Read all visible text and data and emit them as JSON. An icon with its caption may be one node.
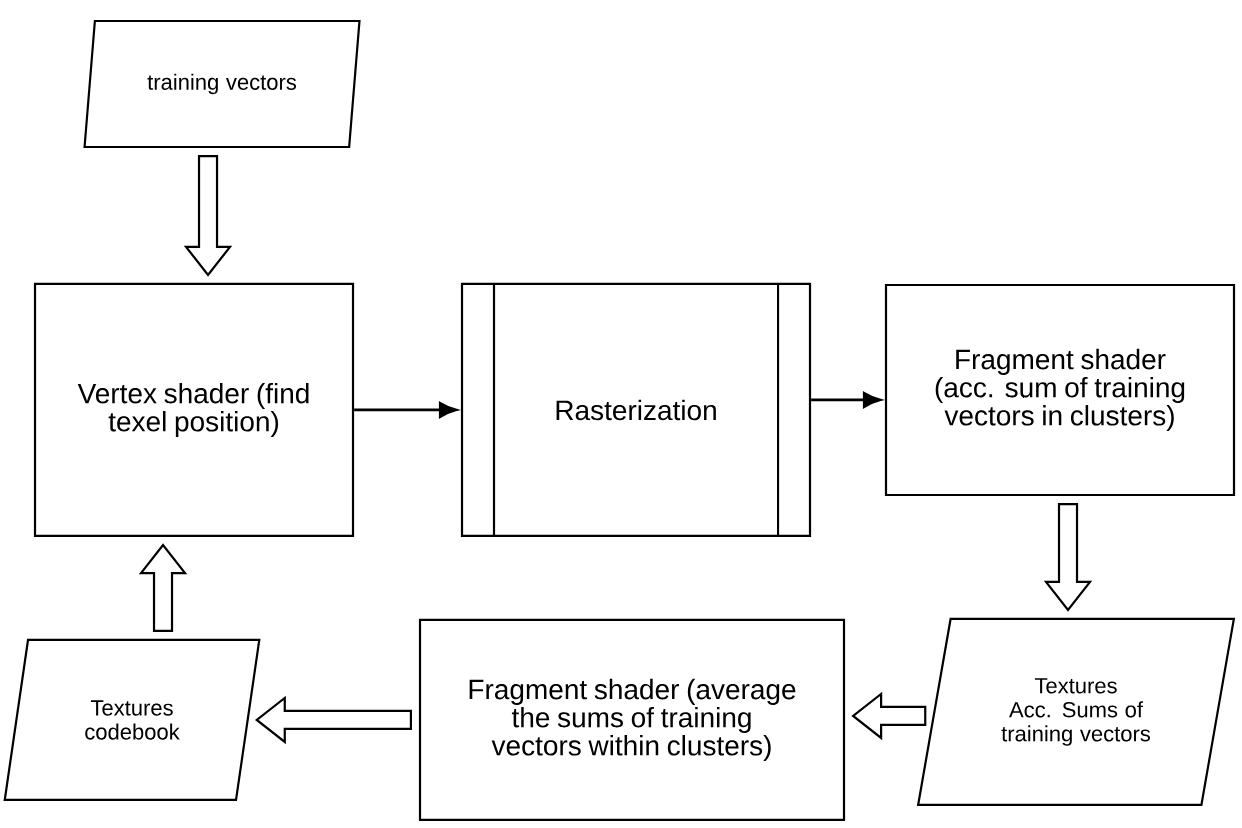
{
  "diagram": {
    "nodes": [
      {
        "text": [
          "training vectors"
        ]
      },
      {
        "text": [
          "Vertex shader (find texel position)"
        ]
      },
      {
        "text": [
          "Rasterization"
        ]
      },
      {
        "text": [
          "Fragment shader (acc. sum of training vectors in clusters)"
        ]
      },
      {
        "text": [
          "Textures Acc. Sums of training vectors"
        ]
      },
      {
        "text": [
          "Fragment shader (average the sums of training vectors within clusters)"
        ]
      },
      {
        "text": [
          "Textures codebook"
        ]
      }
    ],
    "edges": [
      {
        "from": 0,
        "to": 1,
        "arrow": "to",
        "style": "thick"
      },
      {
        "from": 1,
        "to": 2,
        "arrow": "to"
      },
      {
        "from": 2,
        "to": 3,
        "arrow": "to"
      },
      {
        "from": 3,
        "to": 4,
        "arrow": "to",
        "style": "thick"
      },
      {
        "from": 4,
        "to": 5,
        "arrow": "to",
        "style": "thick"
      },
      {
        "from": 5,
        "to": 6,
        "arrow": "to",
        "style": "thick"
      },
      {
        "from": 6,
        "to": 1,
        "arrow": "to",
        "style": "thick"
      }
    ]
  }
}
